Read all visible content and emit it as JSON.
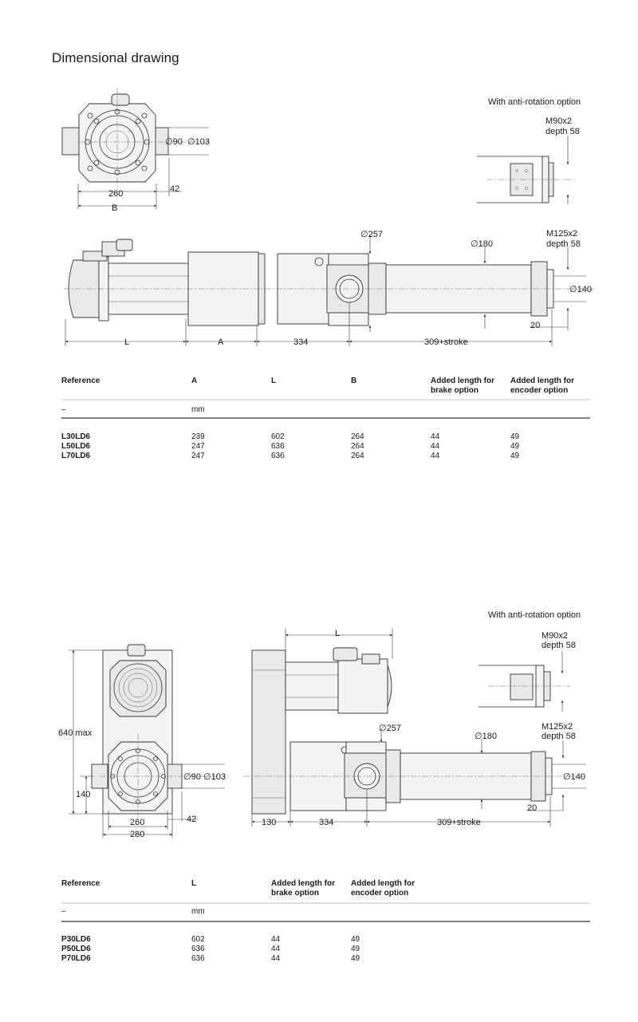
{
  "heading": "Dimensional drawing",
  "drawing1": {
    "anti_rotation_label": "With anti-rotation option",
    "m90_line1": "M90x2",
    "m90_line2": "depth 58",
    "m125_line1": "M125x2",
    "m125_line2": "depth 58",
    "d90": "∅90",
    "d103": "∅103",
    "w260": "260",
    "w42": "42",
    "wB": "B",
    "d257": "∅257",
    "d180": "∅180",
    "d140": "∅140",
    "l20": "20",
    "lL": "L",
    "lA": "A",
    "l334": "334",
    "lstroke": "309+stroke"
  },
  "table1": {
    "headers": [
      "Reference",
      "A",
      "L",
      "B",
      "Added length for",
      "Added length for"
    ],
    "headers_line2": [
      "",
      "",
      "",
      "",
      "brake option",
      "encoder option"
    ],
    "units": [
      "–",
      "mm"
    ],
    "rows": [
      [
        "L30LD6",
        "239",
        "602",
        "264",
        "44",
        "49"
      ],
      [
        "L50LD6",
        "247",
        "636",
        "264",
        "44",
        "49"
      ],
      [
        "L70LD6",
        "247",
        "636",
        "264",
        "44",
        "49"
      ]
    ]
  },
  "drawing2": {
    "anti_rotation_label": "With anti-rotation option",
    "m90_line1": "M90x2",
    "m90_line2": "depth 58",
    "m125_line1": "M125x2",
    "m125_line2": "depth 58",
    "h640": "640 max",
    "h140": "140",
    "w260": "260",
    "w280": "280",
    "w42": "42",
    "d90": "∅90",
    "d103": "∅103",
    "lL": "L",
    "d257": "∅257",
    "d180": "∅180",
    "d140": "∅140",
    "l20": "20",
    "l130": "130",
    "l334": "334",
    "lstroke": "309+stroke"
  },
  "table2": {
    "headers": [
      "Reference",
      "L",
      "Added length for",
      "Added length for"
    ],
    "headers_line2": [
      "",
      "",
      "brake option",
      "encoder option"
    ],
    "units": [
      "–",
      "mm"
    ],
    "rows": [
      [
        "P30LD6",
        "602",
        "44",
        "49"
      ],
      [
        "P50LD6",
        "636",
        "44",
        "49"
      ],
      [
        "P70LD6",
        "636",
        "44",
        "49"
      ]
    ]
  }
}
